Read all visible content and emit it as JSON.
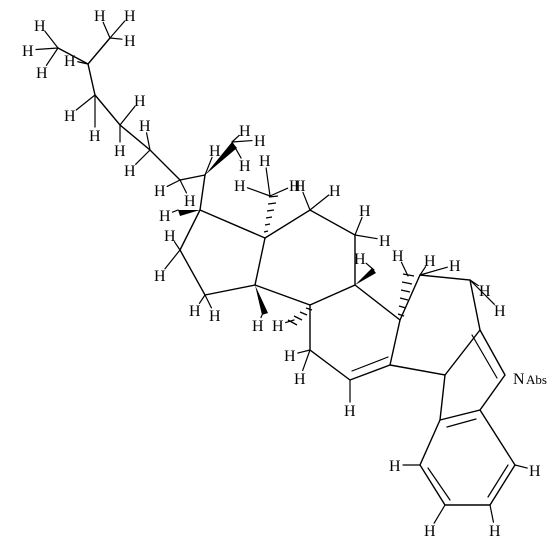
{
  "structure": {
    "type": "skeletal-formula",
    "atom_labels": {
      "hydrogen": "H",
      "nitrogen": "N",
      "abs_tag": "Abs"
    }
  }
}
